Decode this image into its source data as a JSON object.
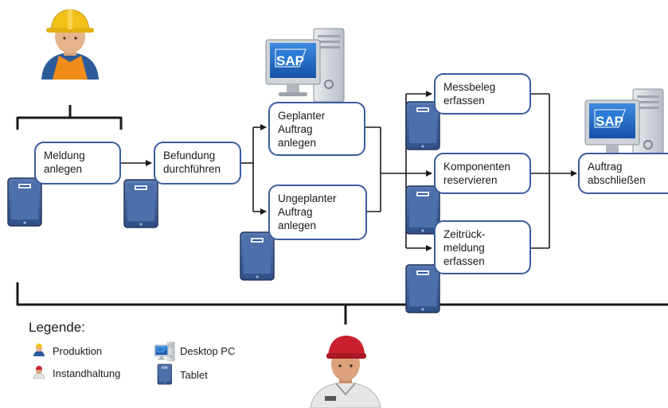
{
  "steps": {
    "meldung": "Meldung\nanlegen",
    "befundung": "Befundung\ndurchführen",
    "geplant": "Geplanter\nAuftrag\nanlegen",
    "ungeplant": "Ungeplanter\nAuftrag\nanlegen",
    "messbeleg": "Messbeleg\nerfassen",
    "komponenten": "Komponenten\nreservieren",
    "zeitrueck": "Zeitrück-\nmeldung\nerfassen",
    "abschliessen": "Auftrag\nabschließen"
  },
  "sap_label": "SAP",
  "legend": {
    "title": "Legende:",
    "produktion": "Produktion",
    "instandhaltung": "Instandhaltung",
    "desktop": "Desktop PC",
    "tablet": "Tablet"
  },
  "colors": {
    "box_border": "#3a5da0",
    "sap_blue": "#1f6fc6",
    "tablet_body": "#45679f",
    "worker_helmet": "#f2c11a",
    "cap_red": "#c8202e",
    "line": "#1a1a1a"
  },
  "icons": [
    "construction-worker-icon",
    "maintenance-worker-icon",
    "desktop-pc-icon",
    "tablet-icon"
  ]
}
